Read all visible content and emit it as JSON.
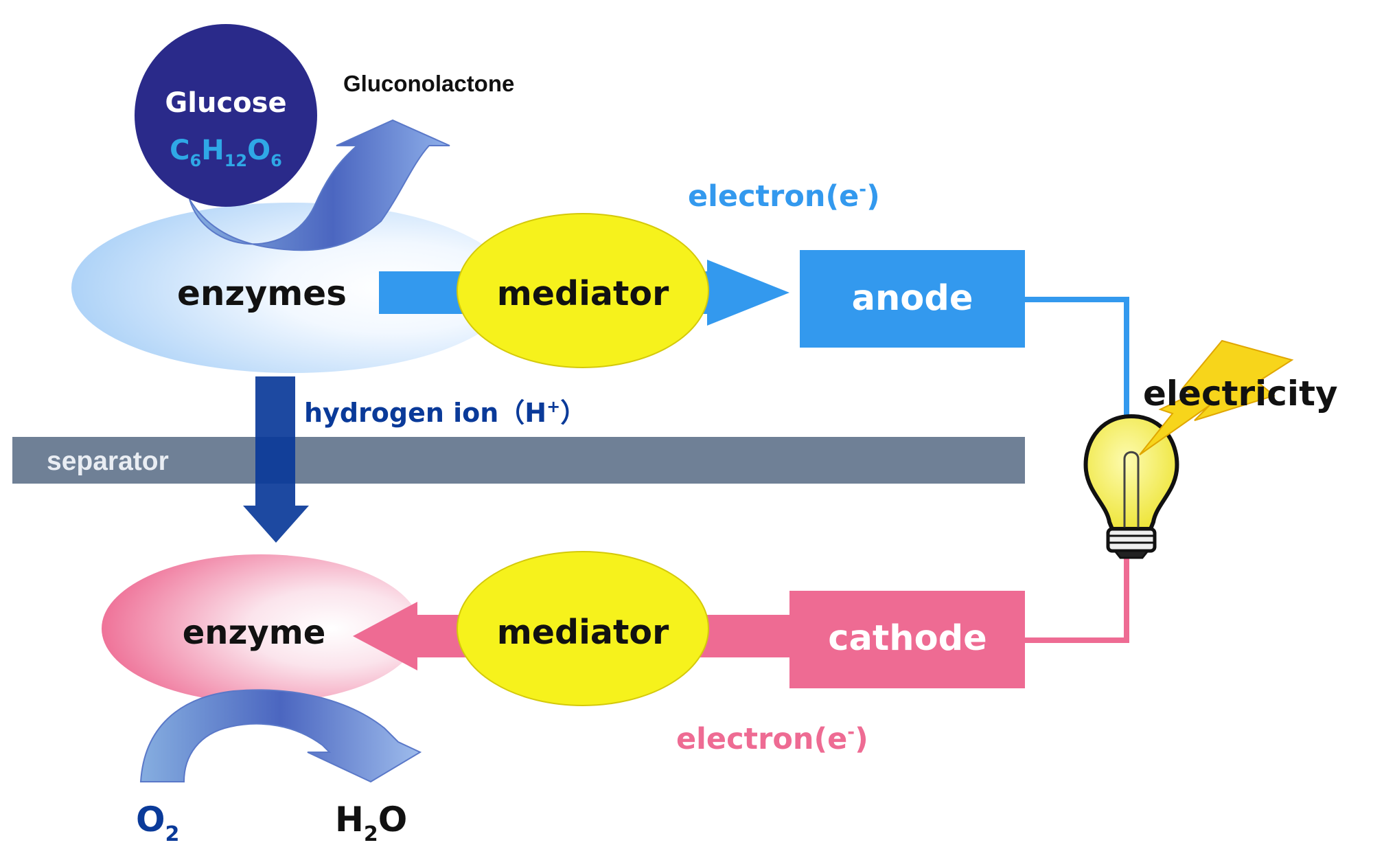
{
  "colors": {
    "anode_blue": "#3399ee",
    "cathode_pink": "#ee6b93",
    "mediator_yellow": "#f6f21c",
    "glucose_navy": "#2a2a8a",
    "hydrogen_arrow": "#0a3a99",
    "separator_gray": "#6f8096",
    "formula_cyan": "#2fa8e6",
    "electron_label_blue": "#3399ee",
    "electron_label_pink": "#ee6b93",
    "bulb_yellow": "#f4ee36",
    "bolt_yellow": "#f7d51b",
    "curve_arrow_blue": "#6688cc"
  },
  "anode_side": {
    "glucose": {
      "label": "Glucose",
      "formula": {
        "c": "C",
        "c_sub": "6",
        "h": "H",
        "h_sub": "12",
        "o": "O",
        "o_sub": "6"
      }
    },
    "product": "Gluconolactone",
    "enzymes": "enzymes",
    "mediator": "mediator",
    "electron_label": {
      "text": "electron(e",
      "sup": "-",
      "close": ")"
    },
    "electrode": "anode"
  },
  "hydrogen_ion": {
    "text": "hydrogen ion（H",
    "sup": "+",
    "close": "）"
  },
  "separator": "separator",
  "circuit": {
    "electricity": "electricity",
    "icons": [
      "light-bulb-icon",
      "lightning-bolt-icon"
    ]
  },
  "cathode_side": {
    "enzyme": "enzyme",
    "mediator": "mediator",
    "electrode": "cathode",
    "electron_label": {
      "text": "electron(e",
      "sup": "-",
      "close": ")"
    },
    "reactant": {
      "o": "O",
      "o_sub": "2"
    },
    "product": {
      "h": "H",
      "h_sub": "2",
      "o": "O"
    }
  }
}
